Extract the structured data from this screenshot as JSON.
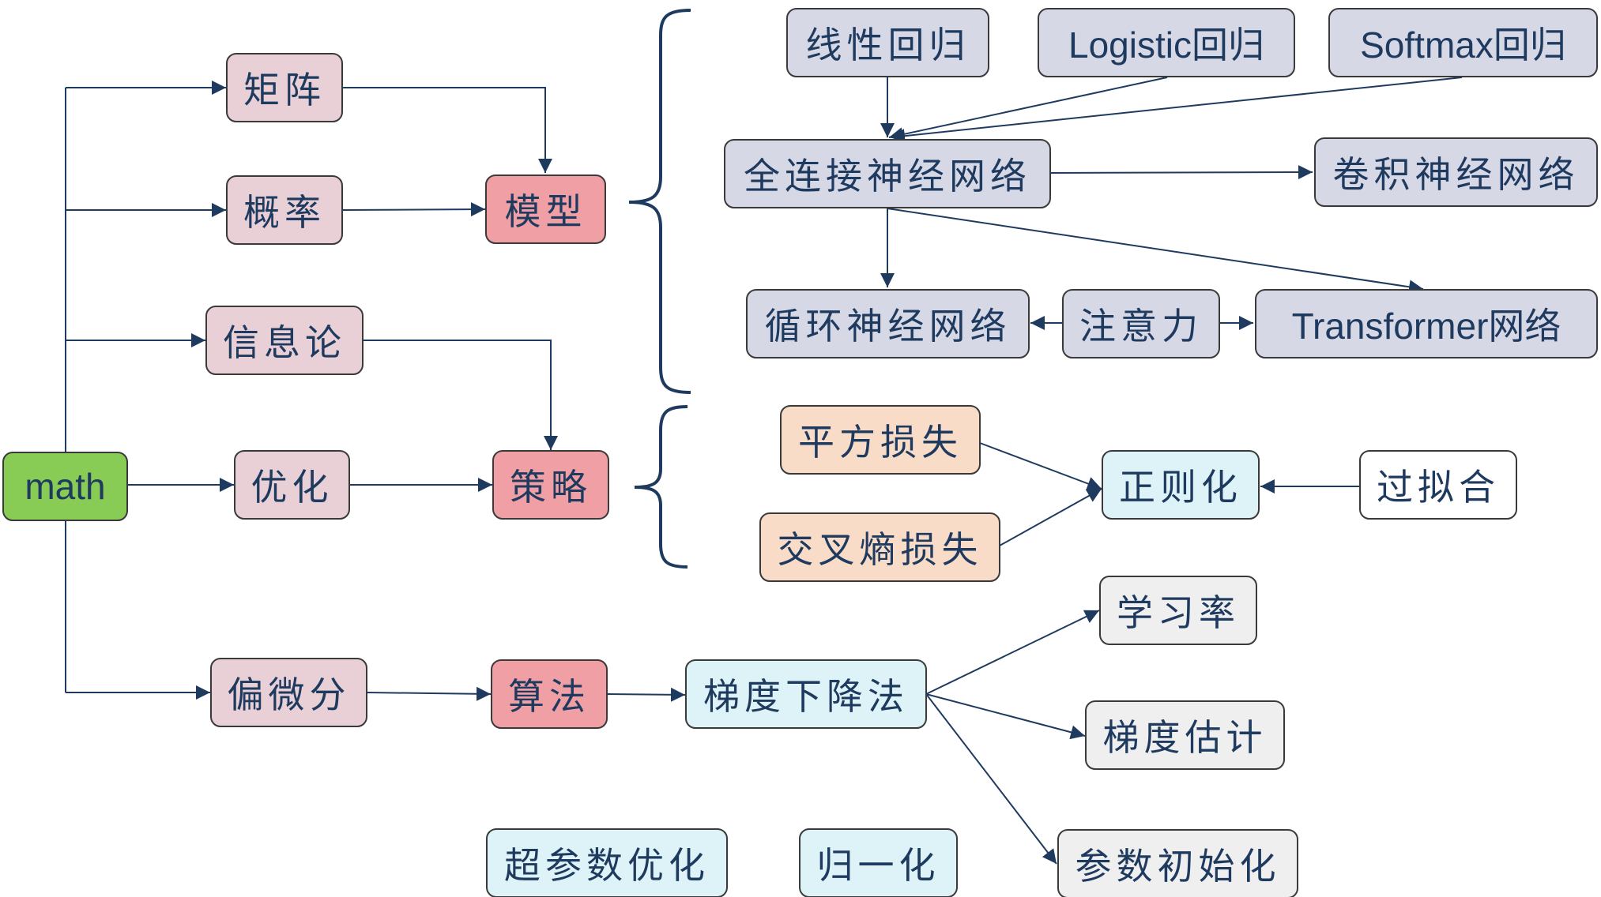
{
  "root": {
    "label": "math"
  },
  "math_branches": {
    "matrix": "矩阵",
    "probability": "概率",
    "information_theory": "信息论",
    "optimization": "优化",
    "partial_calculus": "偏微分"
  },
  "core": {
    "model": "模型",
    "strategy": "策略",
    "algorithm": "算法"
  },
  "models": {
    "linear_regression": "线性回归",
    "logistic_regression": "Logistic回归",
    "softmax_regression": "Softmax回归",
    "fully_connected": "全连接神经网络",
    "cnn": "卷积神经网络",
    "rnn": "循环神经网络",
    "attention": "注意力",
    "transformer": "Transformer网络"
  },
  "strategies": {
    "squared_loss": "平方损失",
    "cross_entropy_loss": "交叉熵损失",
    "regularization": "正则化",
    "overfitting": "过拟合"
  },
  "algorithms": {
    "gradient_descent": "梯度下降法",
    "learning_rate": "学习率",
    "gradient_estimation": "梯度估计",
    "param_init": "参数初始化",
    "hyperparam_opt": "超参数优化",
    "normalization": "归一化"
  },
  "colors": {
    "root": "#88cc55",
    "math_branch": "#e8d0d6",
    "core": "#f0a0a5",
    "model": "#d6d8e6",
    "loss": "#f8dcc8",
    "cyan": "#ddf3f7",
    "gray": "#efefef",
    "line": "#1f3a5f"
  }
}
